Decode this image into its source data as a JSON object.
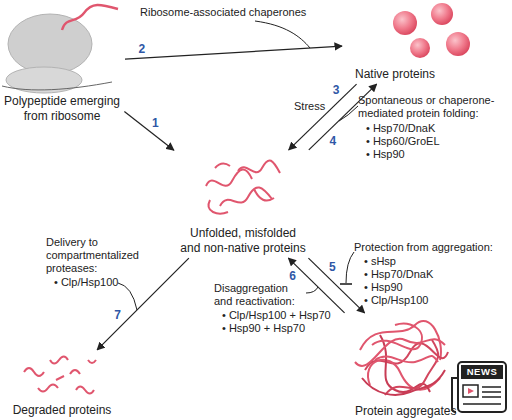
{
  "diagram": {
    "nodes": [
      {
        "text": [
          "Polypeptide emerging from ribosome"
        ]
      },
      {
        "text": [
          "Native proteins"
        ]
      },
      {
        "text": [
          "Unfolded, misfolded and non-native proteins"
        ]
      },
      {
        "text": [
          "Degraded proteins"
        ]
      },
      {
        "text": [
          "Protein aggregates"
        ]
      }
    ],
    "edges": [
      {
        "from": 0,
        "to": 2,
        "label": "1",
        "arrow": "to"
      },
      {
        "from": 0,
        "to": 1,
        "label": "2",
        "arrow": "to"
      },
      {
        "from": 1,
        "to": 2,
        "label": "3",
        "arrow": "to"
      },
      {
        "from": 2,
        "to": 1,
        "label": "4",
        "arrow": "to"
      },
      {
        "from": 2,
        "to": 4,
        "label": "5",
        "arrow": "to"
      },
      {
        "from": 4,
        "to": 2,
        "label": "6",
        "arrow": "to"
      },
      {
        "from": 2,
        "to": 3,
        "label": "7",
        "arrow": "to"
      }
    ],
    "labels": [
      "Ribosome-associated chaperones",
      "Stress",
      "Spontaneous or chaperone-mediated protein folding:",
      "• Hsp70/DnaK",
      "• Hsp60/GroEL",
      "• Hsp90",
      "Protection from aggregation:",
      "• sHsp",
      "• Hsp70/DnaK",
      "• Hsp90",
      "• Clp/Hsp100",
      "Disaggregation and reactivation:",
      "• Clp/Hsp100 + Hsp70",
      "• Hsp90 + Hsp70",
      "Delivery to compartmentalized proteases:",
      "• Clp/Hsp100",
      "NEWS"
    ]
  }
}
